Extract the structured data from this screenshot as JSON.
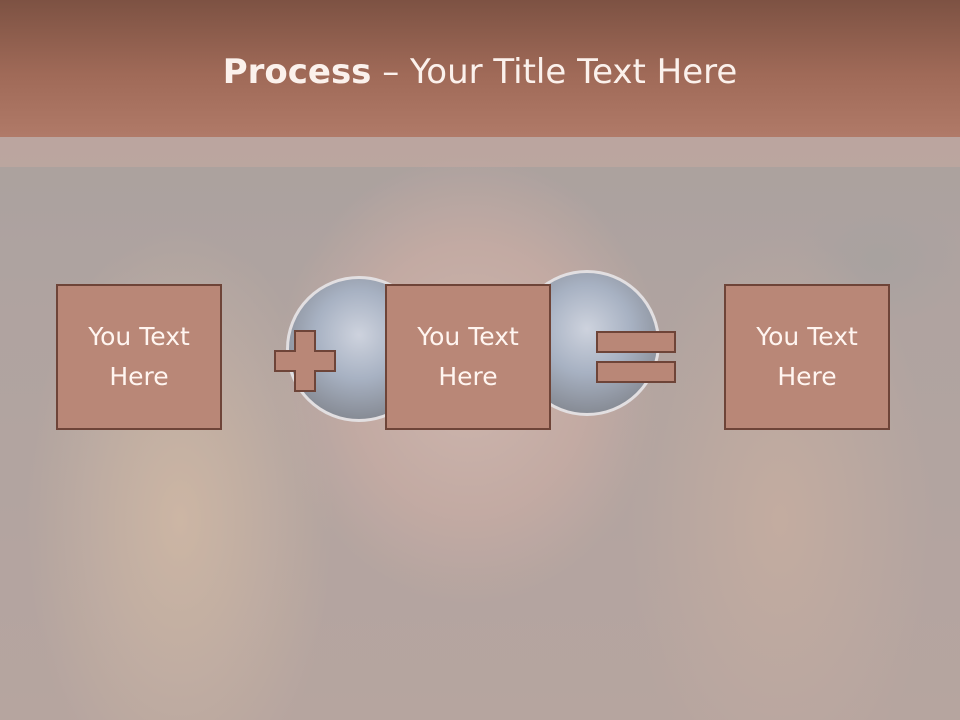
{
  "title": {
    "bold": "Process",
    "rest": " – Your Title Text Here"
  },
  "boxes": [
    {
      "text": "You Text\nHere"
    },
    {
      "text": "You Text\nHere"
    },
    {
      "text": "You Text\nHere"
    }
  ],
  "icons": {
    "operator_1": "plus-icon",
    "operator_2": "equals-icon"
  },
  "colors": {
    "header": "#a06a58",
    "box_fill": "#b98777",
    "box_border": "#6e4438",
    "title_text": "#fbf1ec"
  }
}
